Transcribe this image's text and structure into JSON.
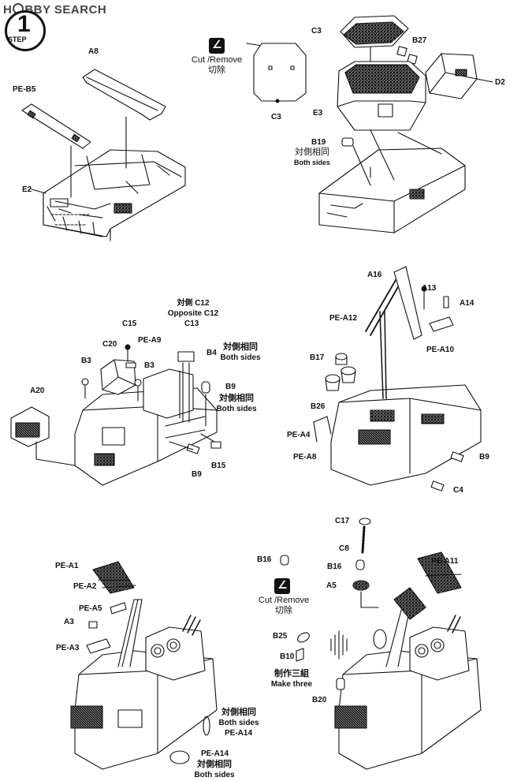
{
  "brand": {
    "text_left": "H",
    "text_mid": "BBY SEARCH"
  },
  "step": {
    "number": "1",
    "label": "STEP"
  },
  "panel1": {
    "labels": {
      "a8": "A8",
      "peb5": "PE-B5",
      "e2": "E2"
    }
  },
  "panel2": {
    "cut_icon": "cut-remove-icon",
    "cut_text": "Cut /Remove",
    "cut_cn": "切除",
    "labels": {
      "c3_top": "C3",
      "c3_part": "C3",
      "b27": "B27",
      "d2": "D2",
      "e3": "E3",
      "b19": "B19"
    },
    "both_cn": "対側相同",
    "both_en": "Both sides"
  },
  "panel3": {
    "labels": {
      "c15": "C15",
      "pea9": "PE-A9",
      "c20": "C20",
      "b3a": "B3",
      "b3b": "B3",
      "a20": "A20",
      "c13": "C13",
      "b4": "B4",
      "b9a": "B9",
      "b9b": "B9",
      "b15": "B15"
    },
    "opposite_cn": "対側 C12",
    "opposite_en": "Opposite C12",
    "b4_cn": "対側相同",
    "b4_en": "Both sides",
    "b9_cn": "対側相同",
    "b9_en": "Both sides"
  },
  "panel4": {
    "labels": {
      "a16": "A16",
      "a13": "A13",
      "a14": "A14",
      "pea12": "PE-A12",
      "pea10": "PE-A10",
      "b17": "B17",
      "b26": "B26",
      "pea4": "PE-A4",
      "pea8": "PE-A8",
      "b9": "B9",
      "c4": "C4"
    }
  },
  "panel5": {
    "labels": {
      "pea1": "PE-A1",
      "pea2": "PE-A2",
      "pea5": "PE-A5",
      "a3": "A3",
      "pea3": "PE-A3",
      "pea14a": "PE-A14",
      "pea14b": "PE-A14"
    },
    "both_cn": "対側相同",
    "both_en": "Both sides",
    "both2_cn": "対側相同",
    "both2_en": "Both sides"
  },
  "panel6": {
    "cut_icon": "cut-remove-icon",
    "cut_text": "Cut /Remove",
    "cut_cn": "切除",
    "labels": {
      "b16a": "B16",
      "c17": "C17",
      "c8": "C8",
      "b16b": "B16",
      "a5": "A5",
      "peа11": "PE-A11",
      "b25": "B25",
      "b10": "B10",
      "b20": "B20"
    },
    "make_cn": "制作三組",
    "make_en": "Make three"
  }
}
